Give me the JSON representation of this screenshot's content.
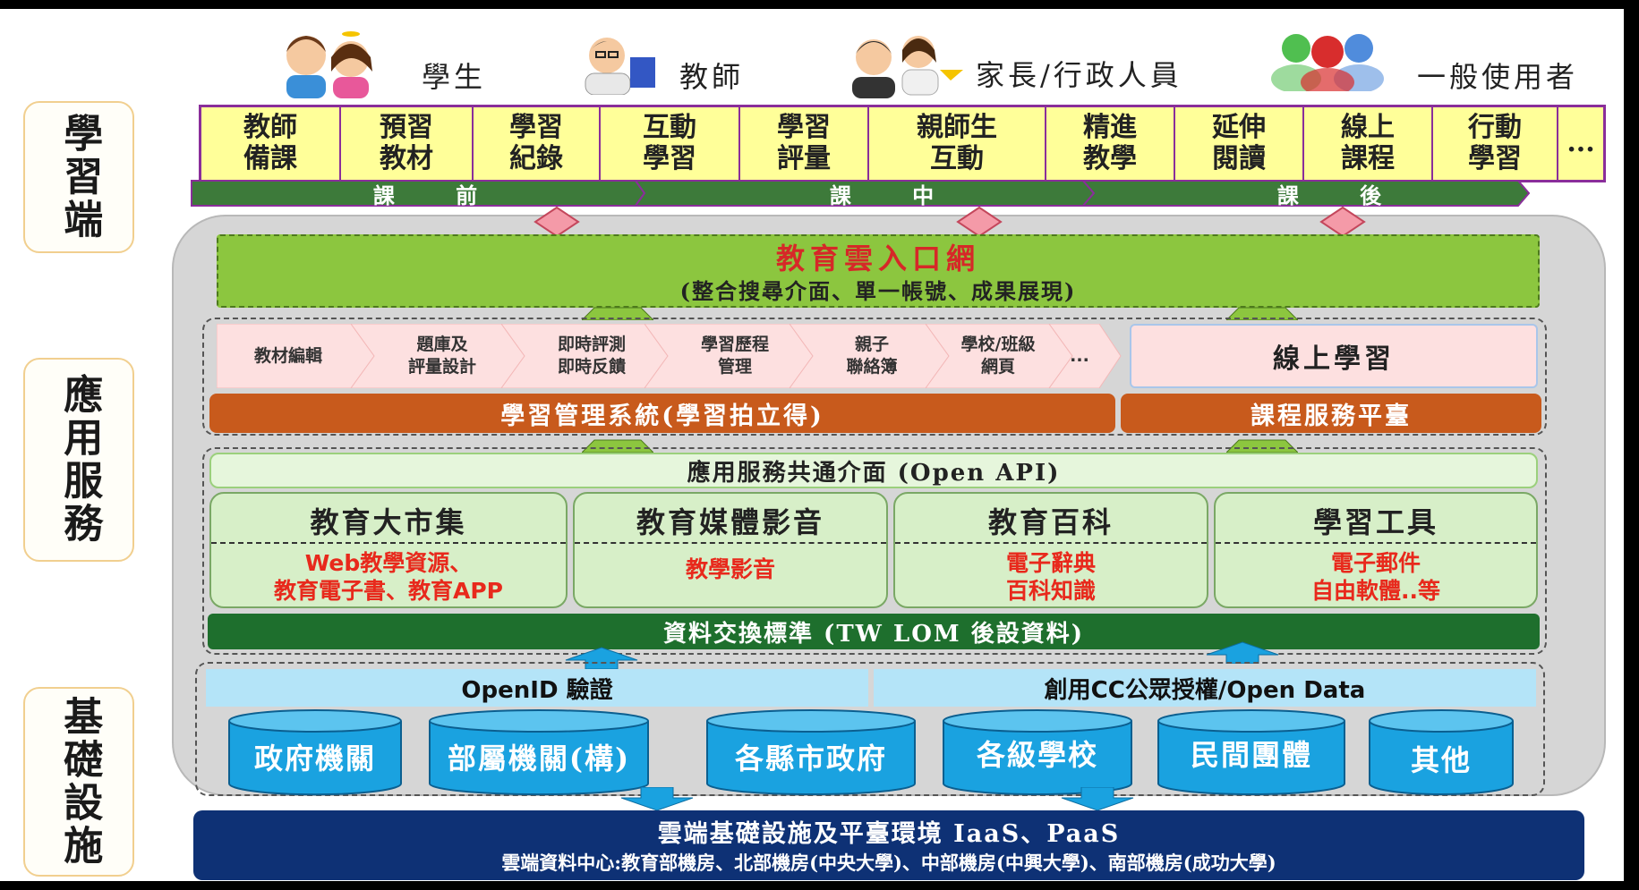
{
  "layers": {
    "learning": "學習端",
    "application": "應用服務",
    "infrastructure": "基礎設施"
  },
  "users": [
    "學生",
    "教師",
    "家長/行政人員",
    "一般使用者"
  ],
  "learning_activities": [
    "教師\n備課",
    "預習\n教材",
    "學習\n紀錄",
    "互動\n學習",
    "學習\n評量",
    "親師生\n互動",
    "精進\n教學",
    "延伸\n閱讀",
    "線上\n課程",
    "行動\n學習",
    "..."
  ],
  "phases": [
    "課 前",
    "課 中",
    "課 後"
  ],
  "portal": {
    "title": "教育雲入口網",
    "subtitle": "(整合搜尋介面、單一帳號、成果展現)"
  },
  "lms_functions": [
    "教材編輯",
    "題庫及\n評量設計",
    "即時評測\n即時反饋",
    "學習歷程\n管理",
    "親子\n聯絡簿",
    "學校/班級\n網頁",
    "..."
  ],
  "online_learning": "線上學習",
  "lms_platform": "學習管理系統(學習拍立得)",
  "course_platform": "課程服務平臺",
  "open_api": "應用服務共通介面 (Open API)",
  "services": [
    {
      "title": "教育大市集",
      "items": "Web教學資源、\n教育電子書、教育APP"
    },
    {
      "title": "教育媒體影音",
      "items": "教學影音"
    },
    {
      "title": "教育百科",
      "items": "電子辭典\n百科知識"
    },
    {
      "title": "學習工具",
      "items": "電子郵件\n自由軟體..等"
    }
  ],
  "data_exchange": "資料交換標準 (TW LOM 後設資料)",
  "openid": "OpenID 驗證",
  "cc_license": "創用CC公眾授權/Open Data",
  "data_sources": [
    "政府機關",
    "部屬機關(構)",
    "各縣市政府",
    "各級學校",
    "民間團體",
    "其他"
  ],
  "cloud": {
    "title": "雲端基礎設施及平臺環境 IaaS、PaaS",
    "datacenters": "雲端資料中心:教育部機房、北部機房(中央大學)、中部機房(中興大學)、南部機房(成功大學)"
  },
  "colors": {
    "activity_fill": "#ffff99",
    "activity_border": "#8a2e9a",
    "phase_arrow": "#3d7a3a",
    "portal_green": "#8cc63f",
    "portal_title": "#d62828",
    "orange": "#c85a1c",
    "dark_green": "#1e6f2d",
    "light_blue": "#b4e4f8",
    "db_blue": "#1aa2e0",
    "navy": "#0e3175"
  }
}
